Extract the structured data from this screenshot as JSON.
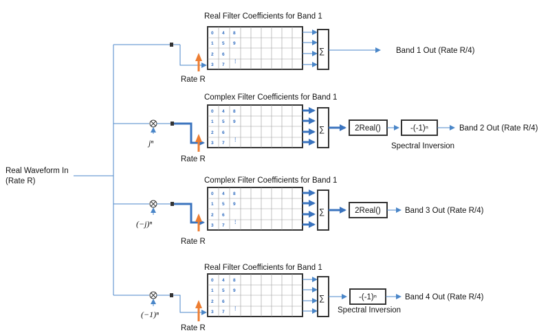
{
  "input": {
    "label_line1": "Real Waveform In",
    "label_line2": "(Rate R)"
  },
  "rate_label": "Rate R",
  "sum_symbol": "∑",
  "mixer_symbol": "⊗",
  "ellipsis": "⋮",
  "matrix_cells": [
    [
      "0",
      "4",
      "8"
    ],
    [
      "1",
      "5",
      "9"
    ],
    [
      "2",
      "6",
      ""
    ],
    [
      "3",
      "7",
      ""
    ]
  ],
  "bands": [
    {
      "filter_title": "Real Filter Coefficients for Band 1",
      "output_label": "Band 1 Out (Rate R/4)",
      "mixer": ""
    },
    {
      "filter_title": "Complex Filter Coefficients for Band 1",
      "output_label": "Band 2 Out (Rate R/4)",
      "mixer": "jⁿ",
      "real_block": "2Real()",
      "inversion_block": "-(-1)ⁿ",
      "inversion_caption": "Spectral Inversion"
    },
    {
      "filter_title": "Complex Filter Coefficients for Band 1",
      "output_label": "Band 3 Out (Rate R/4)",
      "mixer": "(−j)ⁿ",
      "real_block": "2Real()"
    },
    {
      "filter_title": "Real Filter Coefficients for Band 1",
      "output_label": "Band 4 Out (Rate R/4)",
      "mixer": "(−1)ⁿ",
      "inversion_block": "-(-1)ⁿ",
      "inversion_caption": "Spectral Inversion"
    }
  ],
  "colors": {
    "line": "#4a86c8",
    "thick": "#3a73be",
    "arrow_up": "#ed7d31",
    "box": "#333333",
    "cell_text": "#2e6bbf"
  }
}
